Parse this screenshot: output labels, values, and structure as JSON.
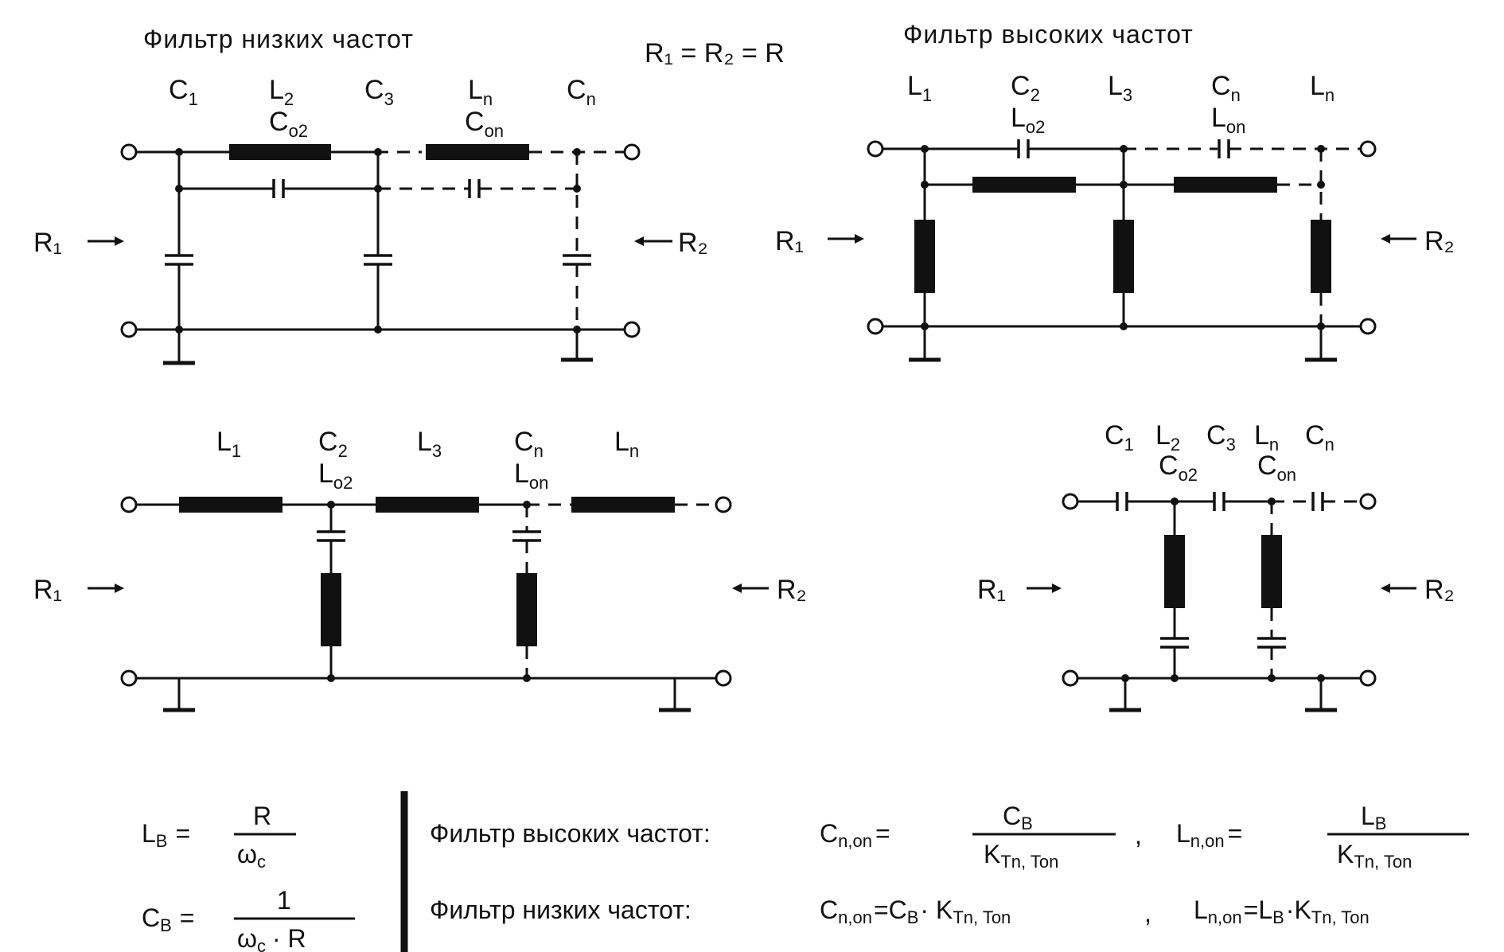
{
  "equality": "R₁ = R₂ = R",
  "lowpass": {
    "title": "Фильтр низких частот",
    "labels": [
      {
        "main": "C",
        "sub": "1"
      },
      {
        "main": "L",
        "sub": "2"
      },
      {
        "main": "C",
        "sub": "3"
      },
      {
        "main": "L",
        "sub": "n"
      },
      {
        "main": "C",
        "sub": "n"
      }
    ],
    "labels2": [
      {
        "main": "C",
        "sub": "o2"
      },
      {
        "main": "C",
        "sub": "on"
      }
    ],
    "r1": "R₁",
    "r2": "R₂"
  },
  "highpass": {
    "title": "Фильтр высоких частот",
    "labels": [
      {
        "main": "L",
        "sub": "1"
      },
      {
        "main": "C",
        "sub": "2"
      },
      {
        "main": "L",
        "sub": "3"
      },
      {
        "main": "C",
        "sub": "n"
      },
      {
        "main": "L",
        "sub": "n"
      }
    ],
    "labels2": [
      {
        "main": "L",
        "sub": "o2"
      },
      {
        "main": "L",
        "sub": "on"
      }
    ],
    "r1": "R₁",
    "r2": "R₂"
  },
  "bottom_left": {
    "labels": [
      {
        "main": "L",
        "sub": "1"
      },
      {
        "main": "C",
        "sub": "2"
      },
      {
        "main": "L",
        "sub": "3"
      },
      {
        "main": "C",
        "sub": "n"
      },
      {
        "main": "L",
        "sub": "n"
      }
    ],
    "labels2": [
      {
        "main": "L",
        "sub": "o2"
      },
      {
        "main": "L",
        "sub": "on"
      }
    ],
    "r1": "R₁",
    "r2": "R₂"
  },
  "bottom_right": {
    "labels": [
      {
        "main": "C",
        "sub": "1"
      },
      {
        "main": "L",
        "sub": "2"
      },
      {
        "main": "C",
        "sub": "3"
      },
      {
        "main": "L",
        "sub": "n"
      },
      {
        "main": "C",
        "sub": "n"
      }
    ],
    "labels2": [
      {
        "main": "C",
        "sub": "o2"
      },
      {
        "main": "C",
        "sub": "on"
      }
    ],
    "r1": "R₁",
    "r2": "R₂"
  },
  "formulas": {
    "lb": {
      "lhs_main": "L",
      "lhs_sub": "B",
      "eq": "=",
      "num": "R",
      "den_main": "ω",
      "den_sub": "c"
    },
    "cb": {
      "lhs_main": "C",
      "lhs_sub": "B",
      "eq": "=",
      "num": "1",
      "den_main": "ω",
      "den_sub": "c",
      "den_tail": "· R"
    },
    "hp_line": {
      "label": "Фильтр высоких частот:",
      "c_main": "C",
      "c_sub": "n,on",
      "eq": "=",
      "c_num_main": "C",
      "c_num_sub": "B",
      "c_den_main": "K",
      "c_den_sub": "Tn, Ton",
      "sep": ",",
      "l_main": "L",
      "l_sub": "n,on",
      "l_num_main": "L",
      "l_num_sub": "B",
      "l_den_main": "K",
      "l_den_sub": "Tn, Ton"
    },
    "lp_line": {
      "label": "Фильтр низких частот:",
      "c_main": "C",
      "c_sub": "n,on",
      "c_rhs": "=C",
      "c_rhs_sub": "B",
      "c_rhs_dot": "· K",
      "c_rhs_k_sub": "Tn, Ton",
      "sep": ",",
      "l_main": "L",
      "l_sub": "n,on",
      "l_rhs": "=L",
      "l_rhs_sub": "B",
      "l_rhs_dot": "·K",
      "l_rhs_k_sub": "Tn, Ton"
    }
  }
}
